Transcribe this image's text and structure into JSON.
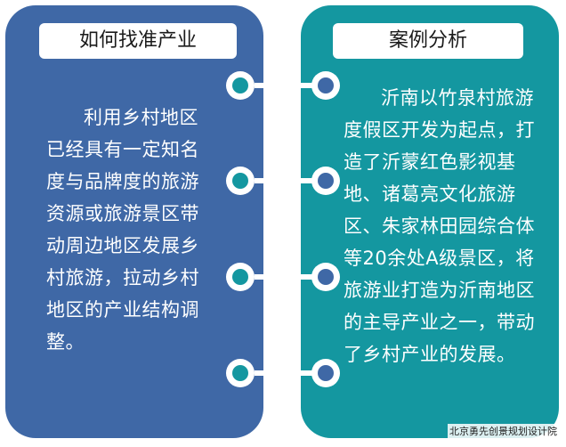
{
  "left_card": {
    "title": "如何找准产业",
    "body": "利用乡村地区已经具有一定知名度与品牌度的旅游资源或旅游景区带动周边地区发展乡村旅游，拉动乡村地区的产业结构调整。"
  },
  "right_card": {
    "title": "案例分析",
    "body": "沂南以竹泉村旅游度假区开发为起点，打造了沂蒙红色影视基地、诸葛亮文化旅游区、朱家林田园综合体等20余处A级景区，将旅游业打造为沂南地区的主导产业之一，带动了乡村产业的发展。"
  },
  "watermark": "北京勇先创景规划设计院",
  "colors": {
    "left_bg": "#3f68a6",
    "right_bg": "#1497a0",
    "text": "#ffffff"
  }
}
